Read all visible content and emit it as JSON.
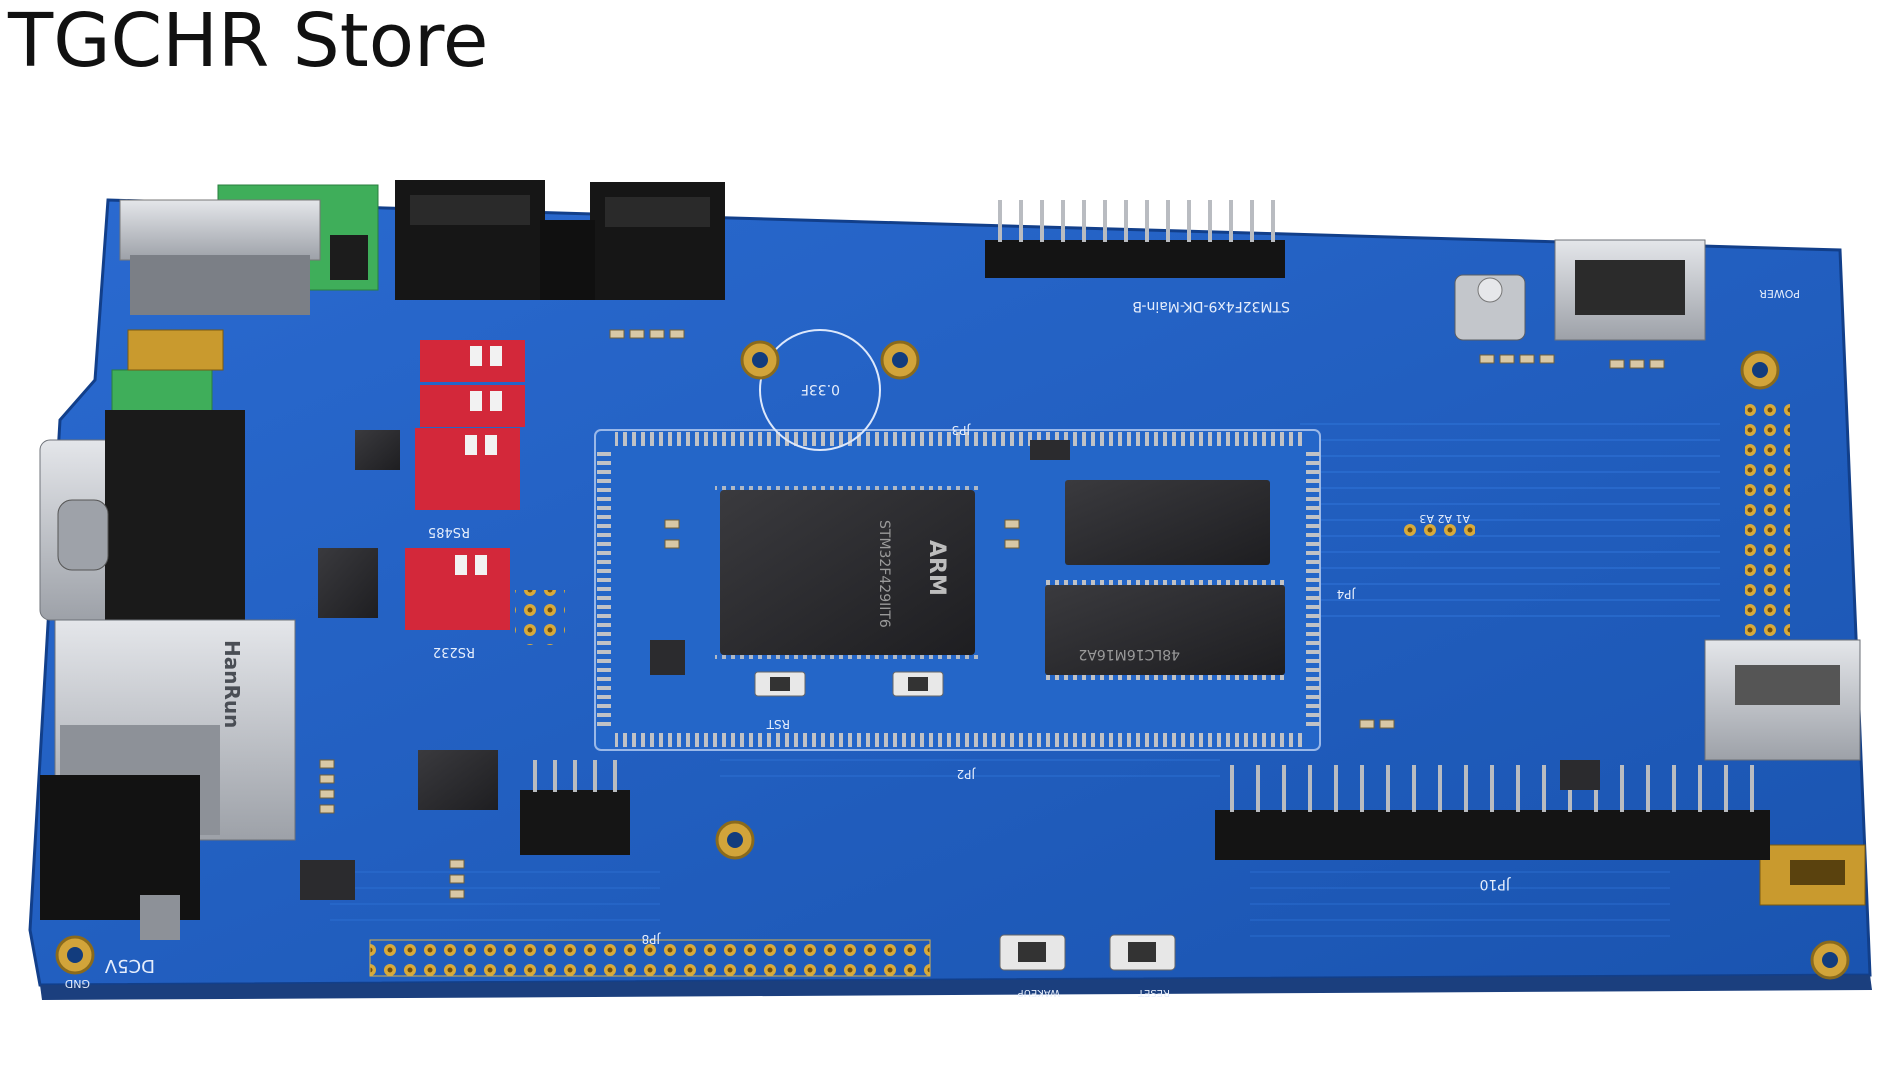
{
  "header": {
    "title": "TGCHR Store"
  },
  "board": {
    "silkscreen": {
      "module_name": "STM32F4x9-DK-Main-B",
      "chip_brand": "ARM",
      "mcu_part": "STM32F429IIT6",
      "sdram_part": "48LC16M16A2",
      "rs485": "RS485",
      "rs232": "RS232",
      "dc5v": "DC5V",
      "button_rst": "RST",
      "button_reset": "RESET",
      "button_wakeup": "WAKEUP",
      "power": "POWER",
      "header_jp10": "JP10",
      "header_jp8": "JP8",
      "header_jp4": "JP4",
      "header_jp2": "JP2",
      "header_jp3": "JP3",
      "capacitor": "0.33F",
      "ethernet": "HanRun",
      "j14_label": "A1 A2 A3",
      "gnd": "GND"
    },
    "colors": {
      "pcb": "#1f5fc0",
      "pcb_dark": "#16489a",
      "chip": "#2b2b2e",
      "dip_switch": "#d3283a",
      "terminal": "#3fae5a",
      "gold": "#c99a2e",
      "header_black": "#151515",
      "metal": "#c9ccd1"
    }
  }
}
